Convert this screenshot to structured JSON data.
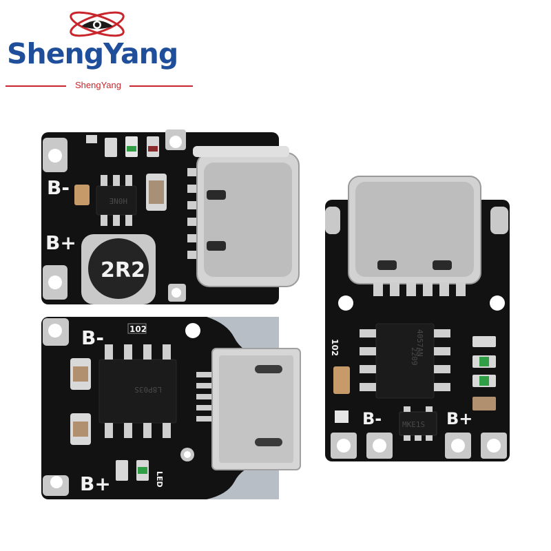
{
  "brand": {
    "name": "ShengYang",
    "subtitle": "ShengYang",
    "colors": {
      "primary": "#1f4e9a",
      "accent": "#c8262c",
      "eye": "#1a1a1a"
    }
  },
  "boards": {
    "top_left": {
      "label_minus": "B-",
      "label_plus": "B+",
      "inductor_marking": "2R2",
      "chip_marking": "H0NE"
    },
    "bottom_left": {
      "label_minus": "B-",
      "label_plus": "B+",
      "resistor_marking": "102",
      "chip_marking": "L8P03S",
      "led_marking": "LED"
    },
    "right": {
      "label_minus": "B-",
      "label_plus": "B+",
      "chip_marking_1": "4057AN",
      "chip_marking_2": "2209",
      "resistor_marking": "102",
      "ic_marking": "MKE1S"
    }
  },
  "colors": {
    "pcb": "#121212",
    "pad": "#c9c9c9",
    "connector": "#d4d4d4",
    "silkscreen": "#f2f2f2"
  }
}
